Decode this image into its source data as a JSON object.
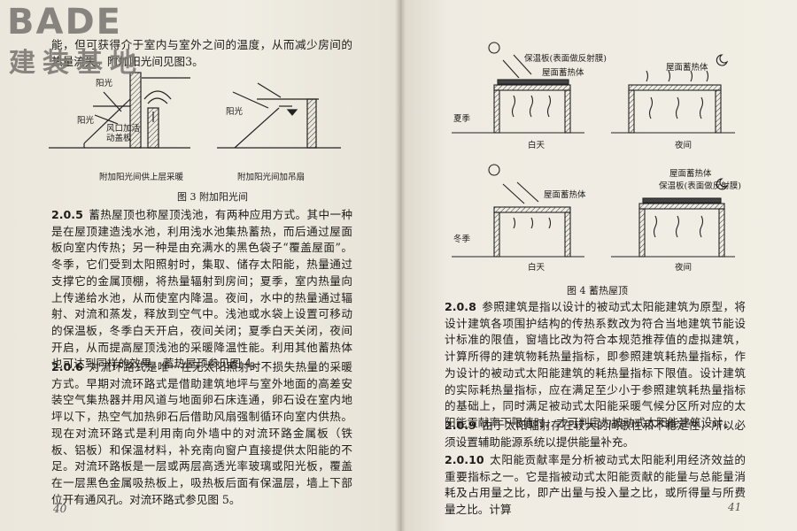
{
  "watermark": {
    "latin": "BADE",
    "cjk": "建装基地"
  },
  "left_page": {
    "intro_text": "能，但可获得介于室内与室外之间的温度，从而减少房间的热量流失。附加阳光间见图3。",
    "fig3": {
      "sun_label_1": "阳光",
      "sun_label_2": "阳光",
      "sun_label_3": "阳光",
      "vent_label": "风口加活\n动盖板",
      "sub_caption_a": "附加阳光间供上层采暖",
      "sub_caption_b": "附加阳光间加吊扇",
      "caption": "图 3   附加阳光间"
    },
    "sections": [
      {
        "number": "2.0.5",
        "text": "蓄热屋顶也称屋顶浅池，有两种应用方式。其中一种是在屋顶建造浅水池，利用浅水池集热蓄热，而后通过屋面板向室内传热；另一种是由充满水的黑色袋子“覆盖屋面”。冬季，它们受到太阳照射时，集取、储存太阳能，热量通过支撑它的金属顶棚，将热量辐射到房间；夏季，室内热量向上传递给水池，从而使室内降温。夜间，水中的热量通过辐射、对流和蒸发，释放到空气中。浅池或水袋上设置可移动的保温板，冬季白天开启，夜间关闭；夏季白天关闭，夜间开启，从而提高屋顶浅池的采暖降温性能。利用其他蓄热体也可达到同样的效果。蓄热屋顶参见图 4。"
      },
      {
        "number": "2.0.6",
        "text": "对流环路式是唯一在无太阳照射时不损失热量的采暖方式。早期对流环路式是借助建筑地坪与室外地面的高差安装空气集热器并用风道与地面卵石床连通，卵石设在室内地坪以下，热空气加热卵石后借助风扇强制循环向室内供热。现在对流环路式是利用南向外墙中的对流环路金属板（铁板、铝板）和保温材料，补充南向窗户直接提供太阳能的不足。对流环路板是一层或两层高透光率玻璃或阳光板，覆盖在一层黑色金属吸热板上，吸热板后面有保温层，墙上下部位开有通风孔。对流环路式参见图 5。"
      }
    ],
    "page_number": "40"
  },
  "right_page": {
    "fig4": {
      "summer_label": "夏季",
      "winter_label": "冬季",
      "day_label_1": "白天",
      "night_label_1": "夜间",
      "day_label_2": "白天",
      "night_label_2": "夜间",
      "insul_label_1": "保温板(表面做反射膜)",
      "storage_label_1": "屋面蓄热体",
      "storage_label_2": "屋面蓄热体",
      "insul_label_2": "保温板(表面做反射膜)",
      "storage_label_3": "屋面蓄热体",
      "caption": "图 4   蓄热屋顶"
    },
    "sections": [
      {
        "number": "2.0.8",
        "text": "参照建筑是指以设计的被动式太阳能建筑为原型，将设计建筑各项围护结构的传热系数改为符合当地建筑节能设计标准的限值，窗墙比改为符合本规范推荐值的虚拟建筑，计算所得的建筑物耗热量指标，即参照建筑耗热量指标，作为设计的被动式太阳能建筑的耗热量指标下限值。设计建筑的实际耗热量指标，应在满足至少小于参照建筑耗热量指标的基础上，同时满足被动式太阳能采暖气候分区所对应的太阳能贡献率下限值时，才可判定为被动式太阳能建筑设计。"
      },
      {
        "number": "2.0.9",
        "text": "由于太阳辐射存在较大的间歇性和不稳定性，所以必须设置辅助能源系统以提供能量补充。"
      },
      {
        "number": "2.0.10",
        "text": "太阳能贡献率是分析被动式太阳能利用经济效益的重要指标之一。它是指被动式太阳能贡献的能量与总能量消耗及占用量之比，即产出量与投入量之比，或所得量与所费量之比。计算"
      }
    ],
    "page_number": "41"
  }
}
